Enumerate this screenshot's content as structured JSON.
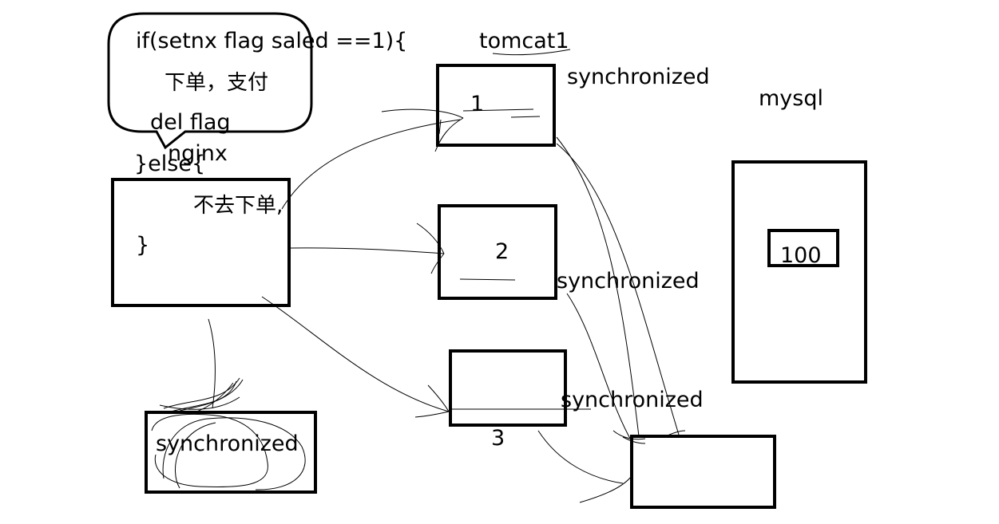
{
  "callout": {
    "line1": "if(setnx flag saled ==1){",
    "line2": "下单，支付",
    "line3": "del flag",
    "line4": "}else{",
    "line5": "不去下单,",
    "line6": "}"
  },
  "nginx": {
    "label": "nginx"
  },
  "tomcat": {
    "label": "tomcat1",
    "node1_label": "1",
    "node2_label": "2",
    "node3_label": "3"
  },
  "sync": {
    "label_1": "synchronized",
    "label_2": "synchronized",
    "label_3": "synchronized",
    "label_lock": "synchronized"
  },
  "mysql": {
    "label": "mysql",
    "stock_value": "100"
  }
}
